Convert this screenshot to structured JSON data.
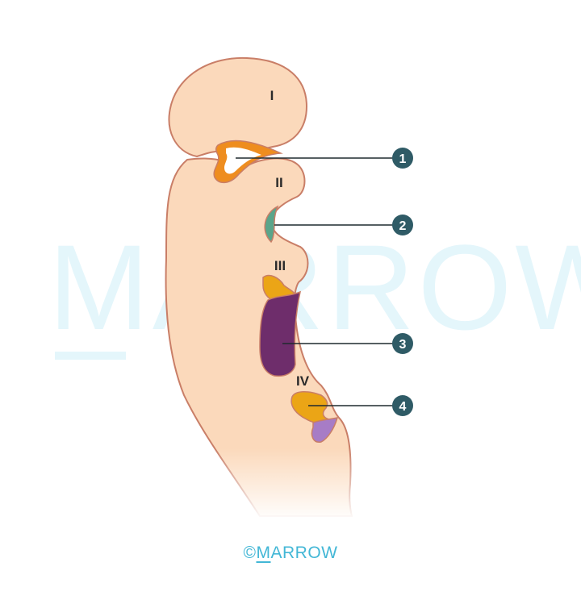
{
  "watermark": {
    "text": "MARROW"
  },
  "arches": [
    {
      "id": "I",
      "label": "I"
    },
    {
      "id": "II",
      "label": "II"
    },
    {
      "id": "III",
      "label": "III"
    },
    {
      "id": "IV",
      "label": "IV"
    }
  ],
  "callouts": [
    {
      "number": "1"
    },
    {
      "number": "2"
    },
    {
      "number": "3"
    },
    {
      "number": "4"
    }
  ],
  "copyright": {
    "symbol": "©",
    "first_letter": "M",
    "rest": "ARROW"
  },
  "colors": {
    "tissue": "#fbd9bb",
    "outline": "#c97e67",
    "pouch1": "#ee8d1f",
    "pouch2": "#5aa58a",
    "pouch3_yellow": "#eba516",
    "pouch3_purple": "#6e2d6b",
    "pouch4_yellow": "#eba516",
    "pouch4_purple": "#a77cc6",
    "callout": "#2f5b66",
    "watermark": "#e4f6fb",
    "copyright": "#43b7d6"
  }
}
